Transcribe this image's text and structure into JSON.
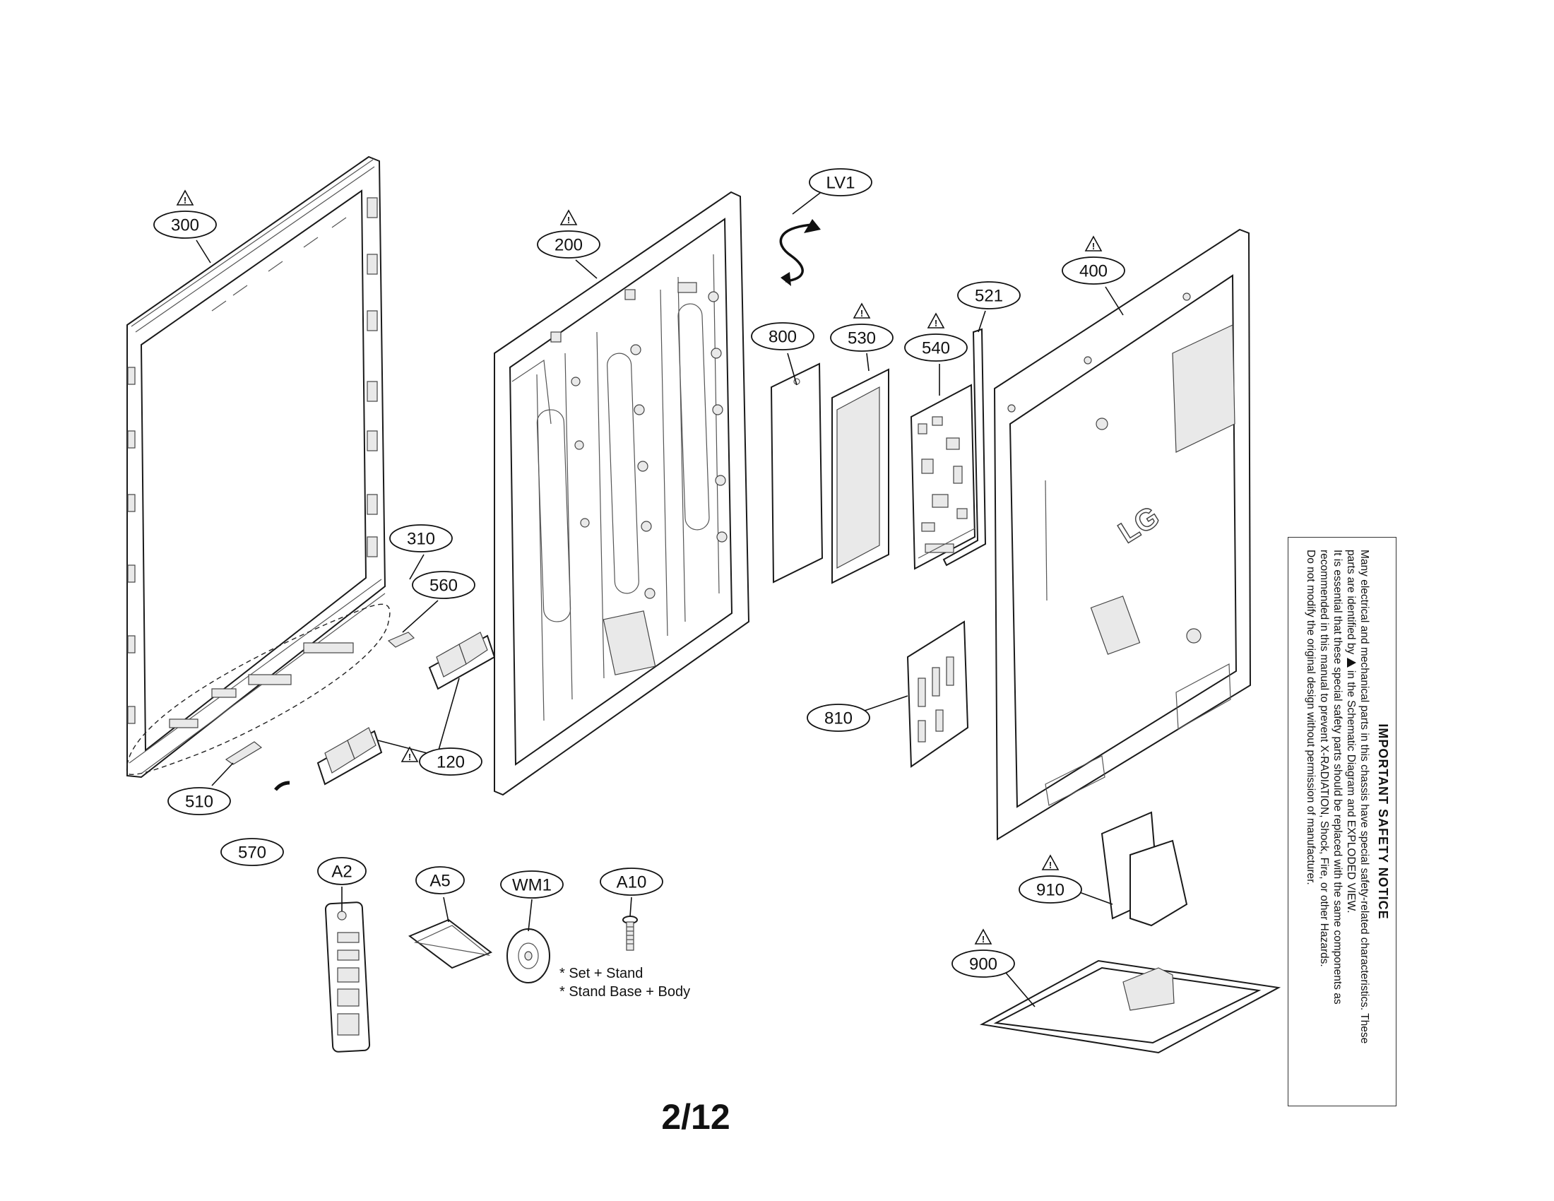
{
  "page": {
    "number": "2/12"
  },
  "callouts": [
    {
      "id": "300",
      "warning": true
    },
    {
      "id": "200",
      "warning": true
    },
    {
      "id": "LV1",
      "warning": false
    },
    {
      "id": "400",
      "warning": true
    },
    {
      "id": "521",
      "warning": false
    },
    {
      "id": "800",
      "warning": false
    },
    {
      "id": "530",
      "warning": true
    },
    {
      "id": "540",
      "warning": true
    },
    {
      "id": "310",
      "warning": false
    },
    {
      "id": "560",
      "warning": false
    },
    {
      "id": "510",
      "warning": false
    },
    {
      "id": "120",
      "warning": true
    },
    {
      "id": "570",
      "warning": false
    },
    {
      "id": "810",
      "warning": false
    },
    {
      "id": "910",
      "warning": true
    },
    {
      "id": "900",
      "warning": true
    },
    {
      "id": "A2",
      "warning": false
    },
    {
      "id": "A5",
      "warning": false
    },
    {
      "id": "WM1",
      "warning": false
    },
    {
      "id": "A10",
      "warning": false
    }
  ],
  "screw_notes": [
    "* Set + Stand",
    "* Stand Base + Body"
  ],
  "safety_notice": {
    "title": "IMPORTANT SAFETY NOTICE",
    "line1": "Many electrical and mechanical parts in this chassis have special safety-related characteristics. These",
    "line2a": "parts are identified by",
    "line2b": "in the Schematic Diagram and EXPLODED VIEW.",
    "line3": "It is essential that these special safety parts should be replaced with the same components as",
    "line4": "recommended in this manual to prevent X-RADIATION, Shock, Fire, or other Hazards.",
    "line5": "Do not modify the original design without permission of manufacturer."
  },
  "icons": {
    "warning": "warning-triangle-icon",
    "rotate": "rotate-arrow-icon"
  },
  "colors": {
    "line": "#1a1a1a",
    "background": "#ffffff"
  }
}
